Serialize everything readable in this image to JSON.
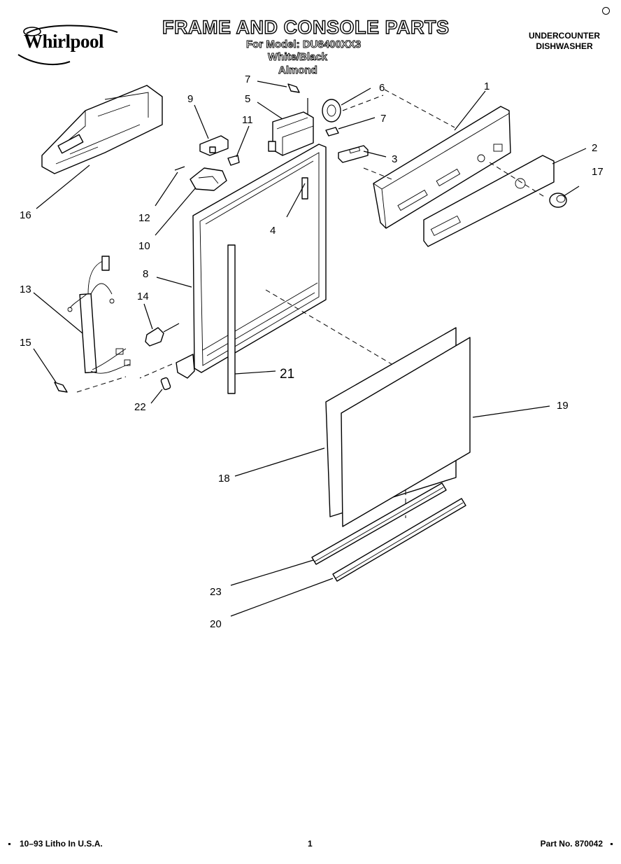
{
  "header": {
    "brand": "Whirlpool",
    "title": "FRAME AND CONSOLE PARTS",
    "model_line": "For Model: DU8400XX3",
    "color_line_1": "White/Black",
    "color_line_2": "Almond",
    "product_type_line_1": "UNDERCOUNTER",
    "product_type_line_2": "DISHWASHER"
  },
  "callouts": {
    "c1": "1",
    "c2": "2",
    "c3": "3",
    "c4": "4",
    "c5": "5",
    "c6": "6",
    "c7a": "7",
    "c7b": "7",
    "c8": "8",
    "c9": "9",
    "c10": "10",
    "c11": "11",
    "c12": "12",
    "c13": "13",
    "c14": "14",
    "c15": "15",
    "c16": "16",
    "c17": "17",
    "c18": "18",
    "c19": "19",
    "c20": "20",
    "c21": "21",
    "c22": "22",
    "c23": "23"
  },
  "footer": {
    "litho": "10–93 Litho In U.S.A.",
    "page": "1",
    "part_no": "Part No. 870042"
  }
}
